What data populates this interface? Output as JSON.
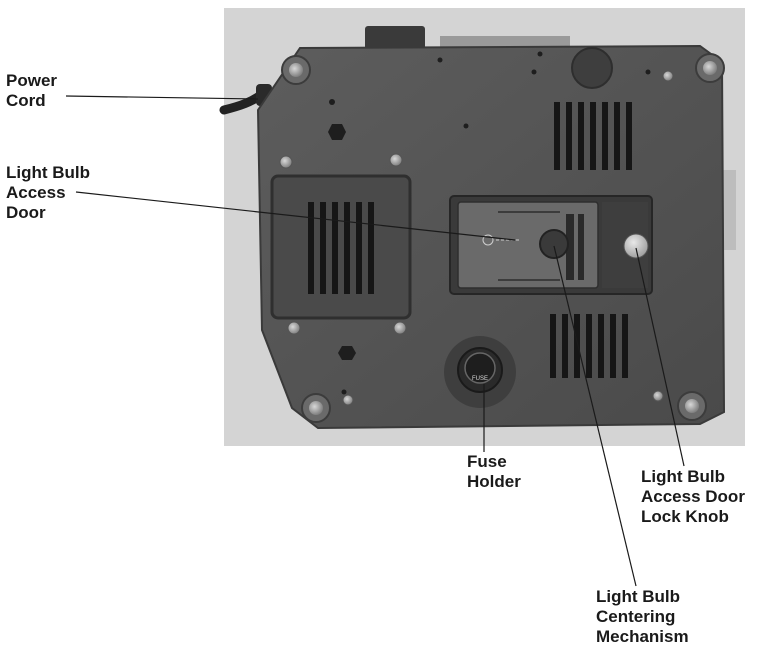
{
  "labels": {
    "power_cord": [
      "Power",
      "Cord"
    ],
    "bulb_door": [
      "Light Bulb",
      "Access",
      "Door"
    ],
    "fuse_holder": [
      "Fuse",
      "Holder"
    ],
    "lock_knob": [
      "Light Bulb",
      "Access Door",
      "Lock Knob"
    ],
    "centering": [
      "Light Bulb",
      "Centering",
      "Mechanism"
    ]
  },
  "engravings": {
    "fuse": "FUSE"
  },
  "colors": {
    "backdrop": "#d2d2d2",
    "housing": "#555555",
    "leader": "#1a1a1a"
  }
}
